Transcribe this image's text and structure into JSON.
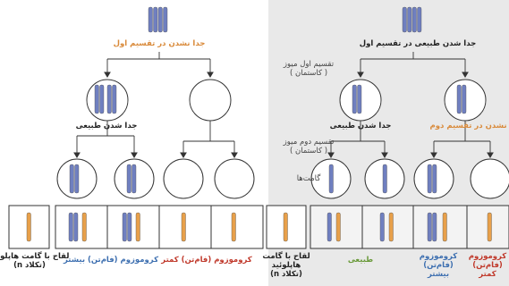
{
  "left": {
    "top_label": "جدا نشدن در تقسیم اول",
    "middle_label": "جدا شدن طبیعی",
    "result_labels": {
      "fertilization": "لقاح با گامت هاپلوئید\n(تکلاد n)",
      "more": "کروموزوم (فام‌تن) بیشتر",
      "fewer": "کروموزوم (فام‌تن) کمتر"
    }
  },
  "right": {
    "top_label": "جدا شدن طبیعی در تقسیم اول",
    "middle_label_left": "جدا شدن طبیعی",
    "middle_label_right": "جدا نشدن در تقسیم دوم",
    "result_labels": {
      "fertilization": "لقاح با گامت\nهاپلوئید\n(تکلاد n)",
      "normal": "طبیعی",
      "more": "کروموزوم\n(فام‌تن)\nبیشتر",
      "fewer": "کروموزوم\n(فام‌تن)\nکمتر"
    }
  },
  "center_labels": {
    "meiosis1": "تقسیم اول میوز\n( کاستمان )",
    "meiosis2": "تقسیم دوم میوز\n( کاستمان )",
    "gametes": "گامت‌ها"
  },
  "colors": {
    "blue": "#6f7fc0",
    "orange": "#e8a04a",
    "right_panel": "#e6e6e6",
    "line": "#333333"
  }
}
